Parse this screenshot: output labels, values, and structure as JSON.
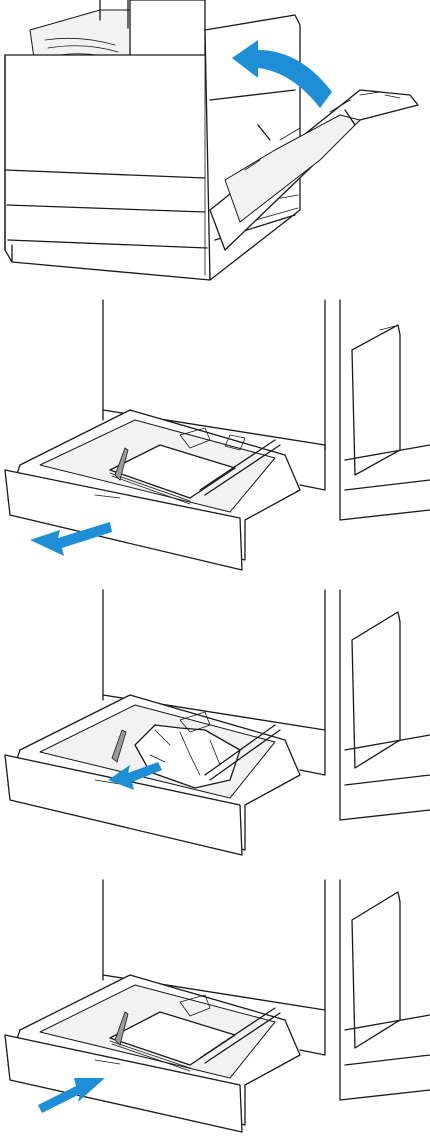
{
  "steps": [
    {
      "action": "open-right-door",
      "arrow_direction": "curved-right"
    },
    {
      "action": "pull-out-tray",
      "arrow_direction": "left-down"
    },
    {
      "action": "remove-jammed-paper",
      "arrow_direction": "left-down"
    },
    {
      "action": "close-tray",
      "arrow_direction": "right-up"
    }
  ],
  "colors": {
    "arrow": "#1e8fd6",
    "line": "#1a1a1a",
    "panel_fill": "#ffffff",
    "shade": "#f2f2f2"
  },
  "icons": [
    "printer-open-door-illustration",
    "tray-open-illustration",
    "jammed-paper-illustration",
    "tray-close-illustration"
  ]
}
